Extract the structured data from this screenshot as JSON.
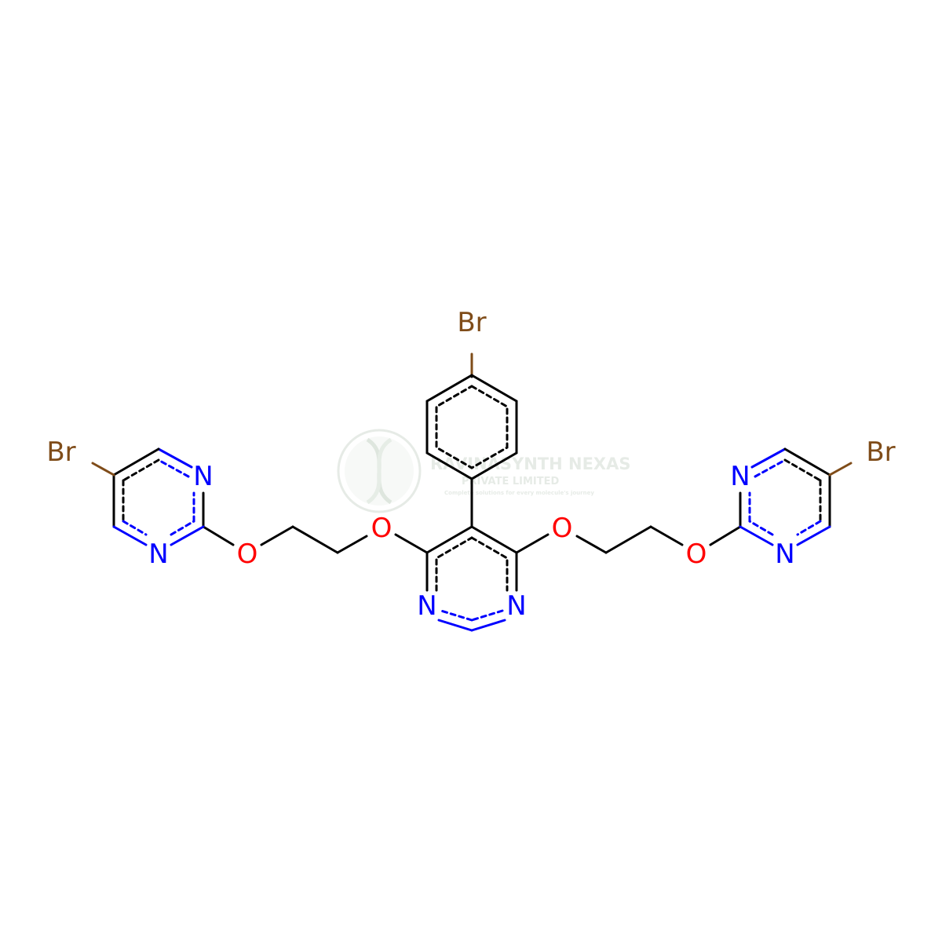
{
  "colors": {
    "background": "#FFFFFF",
    "bond": "#000000",
    "N": "#0000FF",
    "O": "#FF0000",
    "Br": "#7F4C19",
    "watermark": "#C9D3C9"
  },
  "watermark": {
    "line1": "RAVINASYNTH NEXAS",
    "line2": "PRIVATE LIMITED",
    "line3": "Complete solutions for every molecule's journey"
  },
  "atoms": [
    {
      "id": "br_top",
      "label": "Br",
      "element": "Br"
    },
    {
      "id": "br_left",
      "label": "Br",
      "element": "Br"
    },
    {
      "id": "br_right",
      "label": "Br",
      "element": "Br"
    },
    {
      "id": "n_left_a",
      "label": "N",
      "element": "N"
    },
    {
      "id": "n_left_b",
      "label": "N",
      "element": "N"
    },
    {
      "id": "n_right_a",
      "label": "N",
      "element": "N"
    },
    {
      "id": "n_right_b",
      "label": "N",
      "element": "N"
    },
    {
      "id": "n_core_a",
      "label": "N",
      "element": "N"
    },
    {
      "id": "n_core_b",
      "label": "N",
      "element": "N"
    },
    {
      "id": "o_1",
      "label": "O",
      "element": "O"
    },
    {
      "id": "o_2",
      "label": "O",
      "element": "O"
    },
    {
      "id": "o_3",
      "label": "O",
      "element": "O"
    },
    {
      "id": "o_4",
      "label": "O",
      "element": "O"
    }
  ]
}
